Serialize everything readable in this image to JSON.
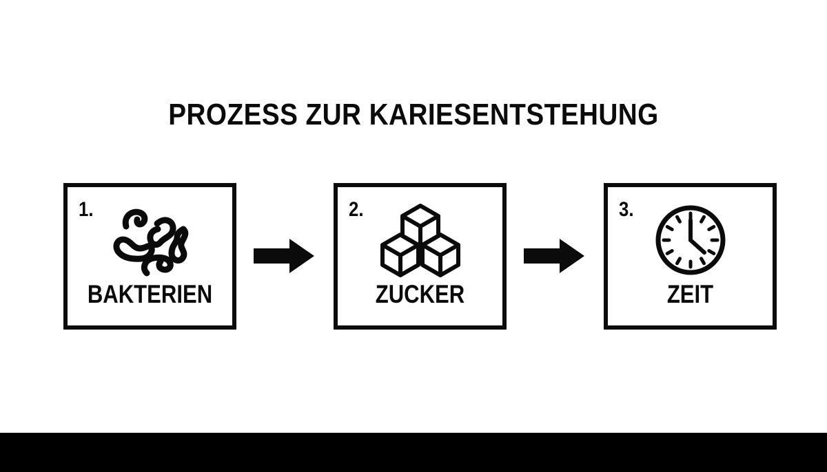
{
  "slide": {
    "background_color": "#ffffff",
    "ink_color": "#0b0b0b",
    "title": "PROZESS ZUR KARIESENTSTEHUNG"
  },
  "flow": {
    "steps": [
      {
        "number": "1.",
        "label": "BAKTERIEN",
        "icon": "bacteria-icon"
      },
      {
        "number": "2.",
        "label": "ZUCKER",
        "icon": "sugar-cubes-icon"
      },
      {
        "number": "3.",
        "label": "ZEIT",
        "icon": "clock-icon"
      }
    ],
    "connectors": [
      {
        "icon": "arrow-right-icon"
      },
      {
        "icon": "arrow-right-icon"
      }
    ]
  },
  "footer": {
    "bar_color": "#000000"
  }
}
